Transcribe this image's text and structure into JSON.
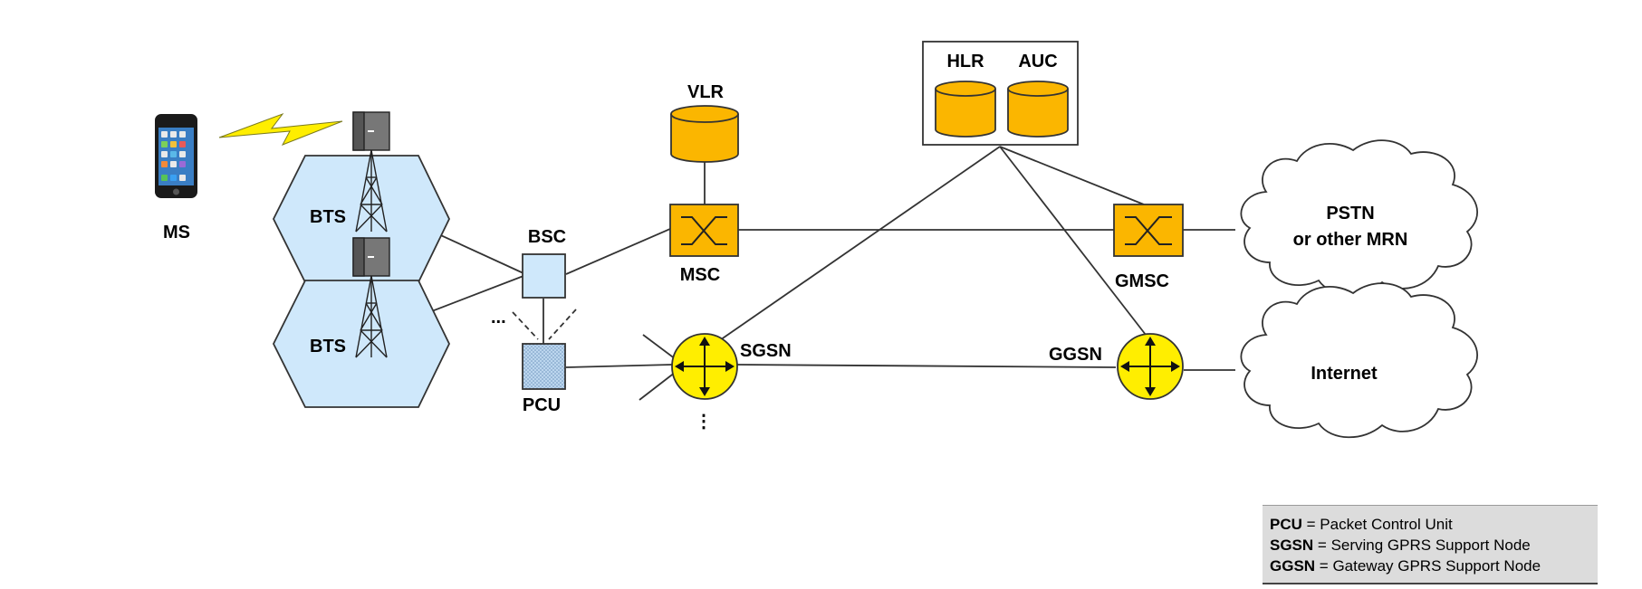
{
  "nodes": {
    "ms": "MS",
    "bts_top": "BTS",
    "bts_bottom": "BTS",
    "bsc": "BSC",
    "pcu": "PCU",
    "vlr": "VLR",
    "msc": "MSC",
    "hlr": "HLR",
    "auc": "AUC",
    "gmsc": "GMSC",
    "sgsn": "SGSN",
    "ggsn": "GGSN",
    "pstn_line1": "PSTN",
    "pstn_line2": "or other MRN",
    "internet": "Internet",
    "ellipsis_h": "...",
    "ellipsis_v": "⋮"
  },
  "legend": [
    {
      "abbr": "PCU",
      "sep": " = ",
      "text": "Packet Control Unit"
    },
    {
      "abbr": "SGSN",
      "sep": " = ",
      "text": "Serving GPRS Support Node"
    },
    {
      "abbr": "GGSN",
      "sep": " = ",
      "text": "Gateway GPRS Support Node"
    }
  ],
  "colors": {
    "cell": "#cfe8fb",
    "database": "#fbb600",
    "switch": "#fbb600",
    "router": "#ffee00",
    "bsc": "#cfe8fb",
    "pcu": "#a9c8e6",
    "lightning": "#ffee00"
  }
}
